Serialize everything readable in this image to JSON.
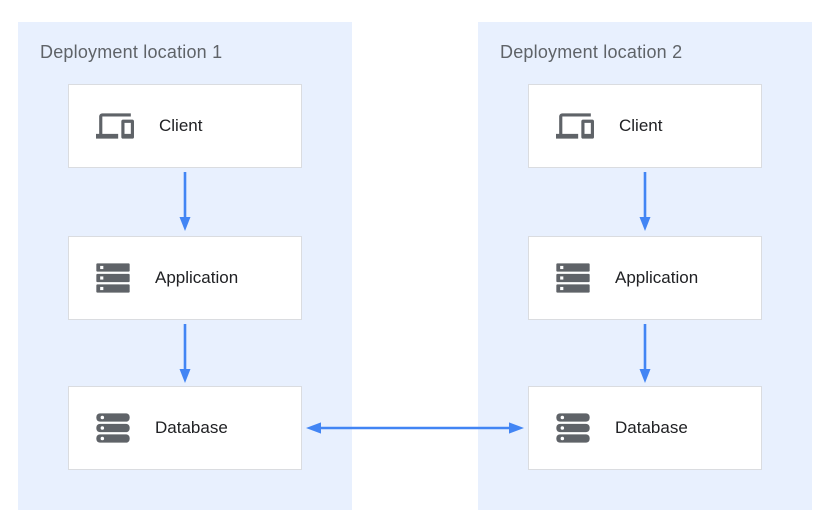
{
  "diagram": {
    "colors": {
      "panel_bg": "#e8f0fe",
      "box_bg": "#ffffff",
      "box_border": "#dadce0",
      "arrow": "#4285f4",
      "icon": "#5f6368",
      "title_text": "#5f6368",
      "label_text": "#202124"
    },
    "panels": [
      {
        "title": "Deployment location 1",
        "nodes": [
          {
            "label": "Client",
            "icon": "devices-icon"
          },
          {
            "label": "Application",
            "icon": "storage-icon"
          },
          {
            "label": "Database",
            "icon": "database-icon"
          }
        ]
      },
      {
        "title": "Deployment location 2",
        "nodes": [
          {
            "label": "Client",
            "icon": "devices-icon"
          },
          {
            "label": "Application",
            "icon": "storage-icon"
          },
          {
            "label": "Database",
            "icon": "database-icon"
          }
        ]
      }
    ],
    "connections": [
      "Client to Application (down arrow, location 1)",
      "Application to Database (down arrow, location 1)",
      "Client to Application (down arrow, location 2)",
      "Application to Database (down arrow, location 2)",
      "Database to Database (bidirectional arrow between locations)"
    ]
  }
}
